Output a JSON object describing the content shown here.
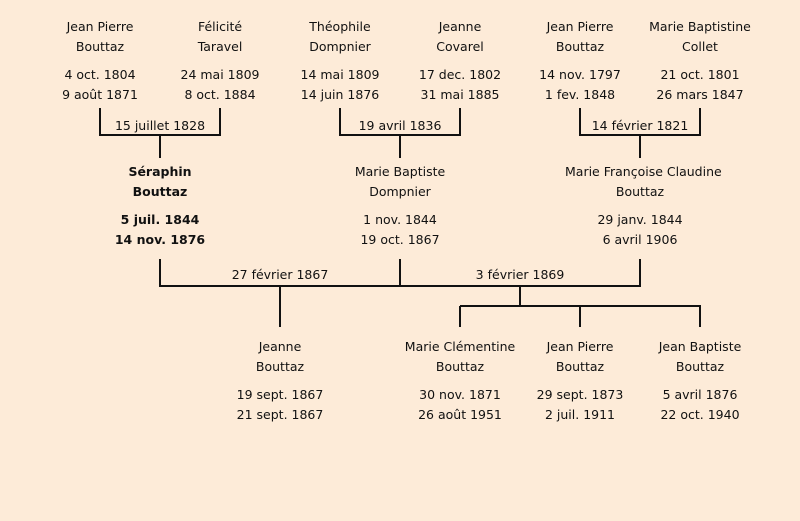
{
  "people": [
    {
      "id": "jean-pierre-bouttaz-1804",
      "first": "Jean Pierre",
      "last": "Bouttaz",
      "birth": "4 oct. 1804",
      "death": "9 août 1871"
    },
    {
      "id": "felicite-taravel",
      "first": "Félicité",
      "last": "Taravel",
      "birth": "24 mai 1809",
      "death": "8 oct. 1884"
    },
    {
      "id": "theophile-dompnier",
      "first": "Théophile",
      "last": "Dompnier",
      "birth": "14 mai 1809",
      "death": "14 juin 1876"
    },
    {
      "id": "jeanne-covarel",
      "first": "Jeanne",
      "last": "Covarel",
      "birth": "17 dec. 1802",
      "death": "31 mai 1885"
    },
    {
      "id": "jean-pierre-bouttaz-1797",
      "first": "Jean Pierre",
      "last": "Bouttaz",
      "birth": "14 nov. 1797",
      "death": "1 fev. 1848"
    },
    {
      "id": "marie-baptistine-collet",
      "first": "Marie Baptistine",
      "last": "Collet",
      "birth": "21 oct. 1801",
      "death": "26 mars 1847"
    },
    {
      "id": "seraphin-bouttaz",
      "first": "Séraphin",
      "last": "Bouttaz",
      "birth": "5 juil. 1844",
      "death": "14 nov. 1876",
      "focus": true
    },
    {
      "id": "marie-baptiste-dompnier",
      "first": "Marie Baptiste",
      "last": "Dompnier",
      "birth": "1 nov. 1844",
      "death": "19 oct. 1867"
    },
    {
      "id": "marie-francoise-claudine-bouttaz",
      "first": "Marie Françoise Claudine",
      "last": "Bouttaz",
      "birth": "29 janv. 1844",
      "death": "6 avril 1906"
    },
    {
      "id": "jeanne-bouttaz",
      "first": "Jeanne",
      "last": "Bouttaz",
      "birth": "19 sept. 1867",
      "death": "21 sept. 1867"
    },
    {
      "id": "marie-clementine-bouttaz",
      "first": "Marie Clémentine",
      "last": "Bouttaz",
      "birth": "30 nov. 1871",
      "death": "26 août 1951"
    },
    {
      "id": "jean-pierre-bouttaz-1873",
      "first": "Jean Pierre",
      "last": "Bouttaz",
      "birth": "29 sept. 1873",
      "death": "2 juil. 1911"
    },
    {
      "id": "jean-baptiste-bouttaz",
      "first": "Jean Baptiste",
      "last": "Bouttaz",
      "birth": "5 avril 1876",
      "death": "22 oct. 1940"
    }
  ],
  "marriages": [
    {
      "id": "marriage-1828",
      "date": "15 juillet 1828"
    },
    {
      "id": "marriage-1836",
      "date": "19 avril 1836"
    },
    {
      "id": "marriage-1821",
      "date": "14 février 1821"
    },
    {
      "id": "marriage-1867",
      "date": "27 février 1867"
    },
    {
      "id": "marriage-1869",
      "date": "3 février 1869"
    }
  ]
}
